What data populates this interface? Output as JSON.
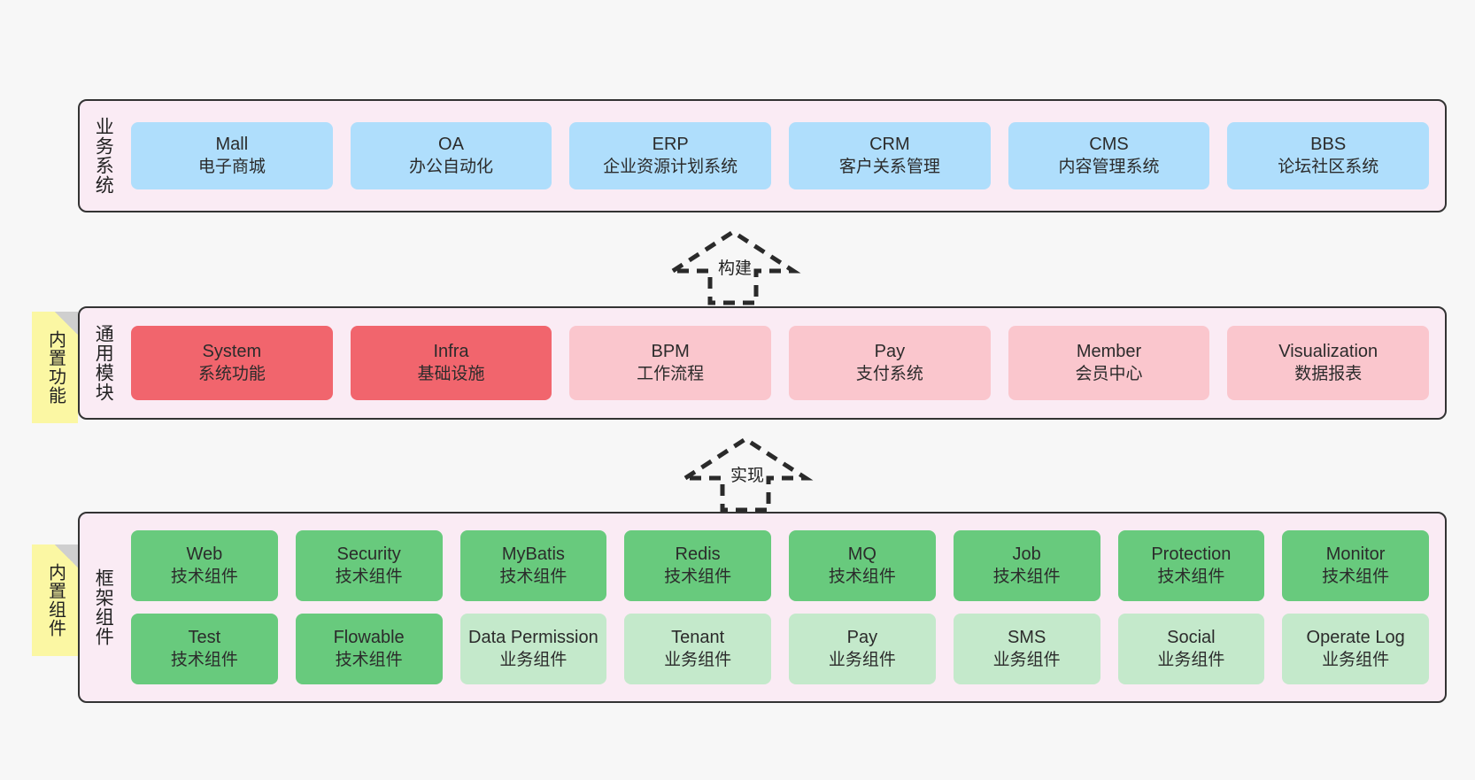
{
  "diagram": {
    "background_color": "#f7f7f7",
    "layer_fill": "#faebf4",
    "layer_border": "#333333",
    "colors": {
      "blue": "#afdefc",
      "red": "#f1656d",
      "pink": "#fac6cd",
      "green": "#68ca7d",
      "light_green": "#c4e9cb",
      "note_yellow": "#fbf7a3",
      "note_fold": "#cfcfcf"
    }
  },
  "layers": [
    {
      "id": "business-system",
      "title": "业务系统",
      "rows": [
        {
          "cards": [
            {
              "en": "Mall",
              "cn": "电子商城",
              "color": "blue"
            },
            {
              "en": "OA",
              "cn": "办公自动化",
              "color": "blue"
            },
            {
              "en": "ERP",
              "cn": "企业资源计划系统",
              "color": "blue"
            },
            {
              "en": "CRM",
              "cn": "客户关系管理",
              "color": "blue"
            },
            {
              "en": "CMS",
              "cn": "内容管理系统",
              "color": "blue"
            },
            {
              "en": "BBS",
              "cn": "论坛社区系统",
              "color": "blue"
            }
          ]
        }
      ]
    },
    {
      "id": "common-module",
      "title": "通用模块",
      "note": "内置功能",
      "rows": [
        {
          "cards": [
            {
              "en": "System",
              "cn": "系统功能",
              "color": "red"
            },
            {
              "en": "Infra",
              "cn": "基础设施",
              "color": "red"
            },
            {
              "en": "BPM",
              "cn": "工作流程",
              "color": "pink"
            },
            {
              "en": "Pay",
              "cn": "支付系统",
              "color": "pink"
            },
            {
              "en": "Member",
              "cn": "会员中心",
              "color": "pink"
            },
            {
              "en": "Visualization",
              "cn": "数据报表",
              "color": "pink"
            }
          ]
        }
      ]
    },
    {
      "id": "framework-component",
      "title": "框架组件",
      "note": "内置组件",
      "rows": [
        {
          "cards": [
            {
              "en": "Web",
              "cn": "技术组件",
              "color": "green"
            },
            {
              "en": "Security",
              "cn": "技术组件",
              "color": "green"
            },
            {
              "en": "MyBatis",
              "cn": "技术组件",
              "color": "green"
            },
            {
              "en": "Redis",
              "cn": "技术组件",
              "color": "green"
            },
            {
              "en": "MQ",
              "cn": "技术组件",
              "color": "green"
            },
            {
              "en": "Job",
              "cn": "技术组件",
              "color": "green"
            },
            {
              "en": "Protection",
              "cn": "技术组件",
              "color": "green"
            },
            {
              "en": "Monitor",
              "cn": "技术组件",
              "color": "green"
            }
          ]
        },
        {
          "cards": [
            {
              "en": "Test",
              "cn": "技术组件",
              "color": "green"
            },
            {
              "en": "Flowable",
              "cn": "技术组件",
              "color": "green"
            },
            {
              "en": "Data Permission",
              "cn": "业务组件",
              "color": "light_green",
              "wrap": true
            },
            {
              "en": "Tenant",
              "cn": "业务组件",
              "color": "light_green"
            },
            {
              "en": "Pay",
              "cn": "业务组件",
              "color": "light_green"
            },
            {
              "en": "SMS",
              "cn": "业务组件",
              "color": "light_green"
            },
            {
              "en": "Social",
              "cn": "业务组件",
              "color": "light_green"
            },
            {
              "en": "Operate Log",
              "cn": "业务组件",
              "color": "light_green"
            }
          ]
        }
      ]
    }
  ],
  "arrows": [
    {
      "id": "build",
      "label": "构建"
    },
    {
      "id": "implement",
      "label": "实现"
    }
  ]
}
